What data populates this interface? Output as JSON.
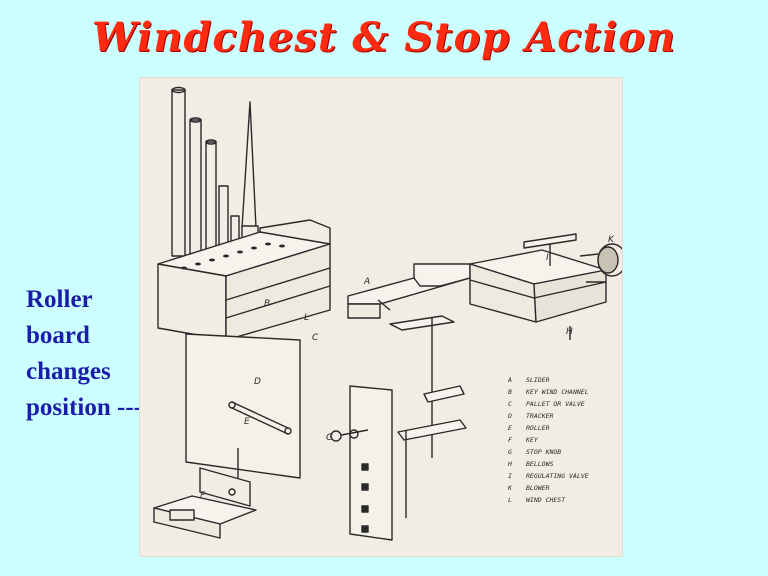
{
  "title": "Windchest & Stop Action",
  "side_note": {
    "lines": [
      "Roller",
      "board",
      "changes",
      "position --->"
    ]
  },
  "figure": {
    "part_markers": [
      "A",
      "B",
      "C",
      "D",
      "E",
      "F",
      "G",
      "H",
      "I",
      "K",
      "L"
    ],
    "legend": [
      {
        "key": "A",
        "text": "SLIDER"
      },
      {
        "key": "B",
        "text": "KEY WIND CHANNEL"
      },
      {
        "key": "C",
        "text": "PALLET OR VALVE"
      },
      {
        "key": "D",
        "text": "TRACKER"
      },
      {
        "key": "E",
        "text": "ROLLER"
      },
      {
        "key": "F",
        "text": "KEY"
      },
      {
        "key": "G",
        "text": "STOP KNOB"
      },
      {
        "key": "H",
        "text": "BELLOWS"
      },
      {
        "key": "I",
        "text": "REGULATING VALVE"
      },
      {
        "key": "K",
        "text": "BLOWER"
      },
      {
        "key": "L",
        "text": "WIND CHEST"
      }
    ]
  }
}
